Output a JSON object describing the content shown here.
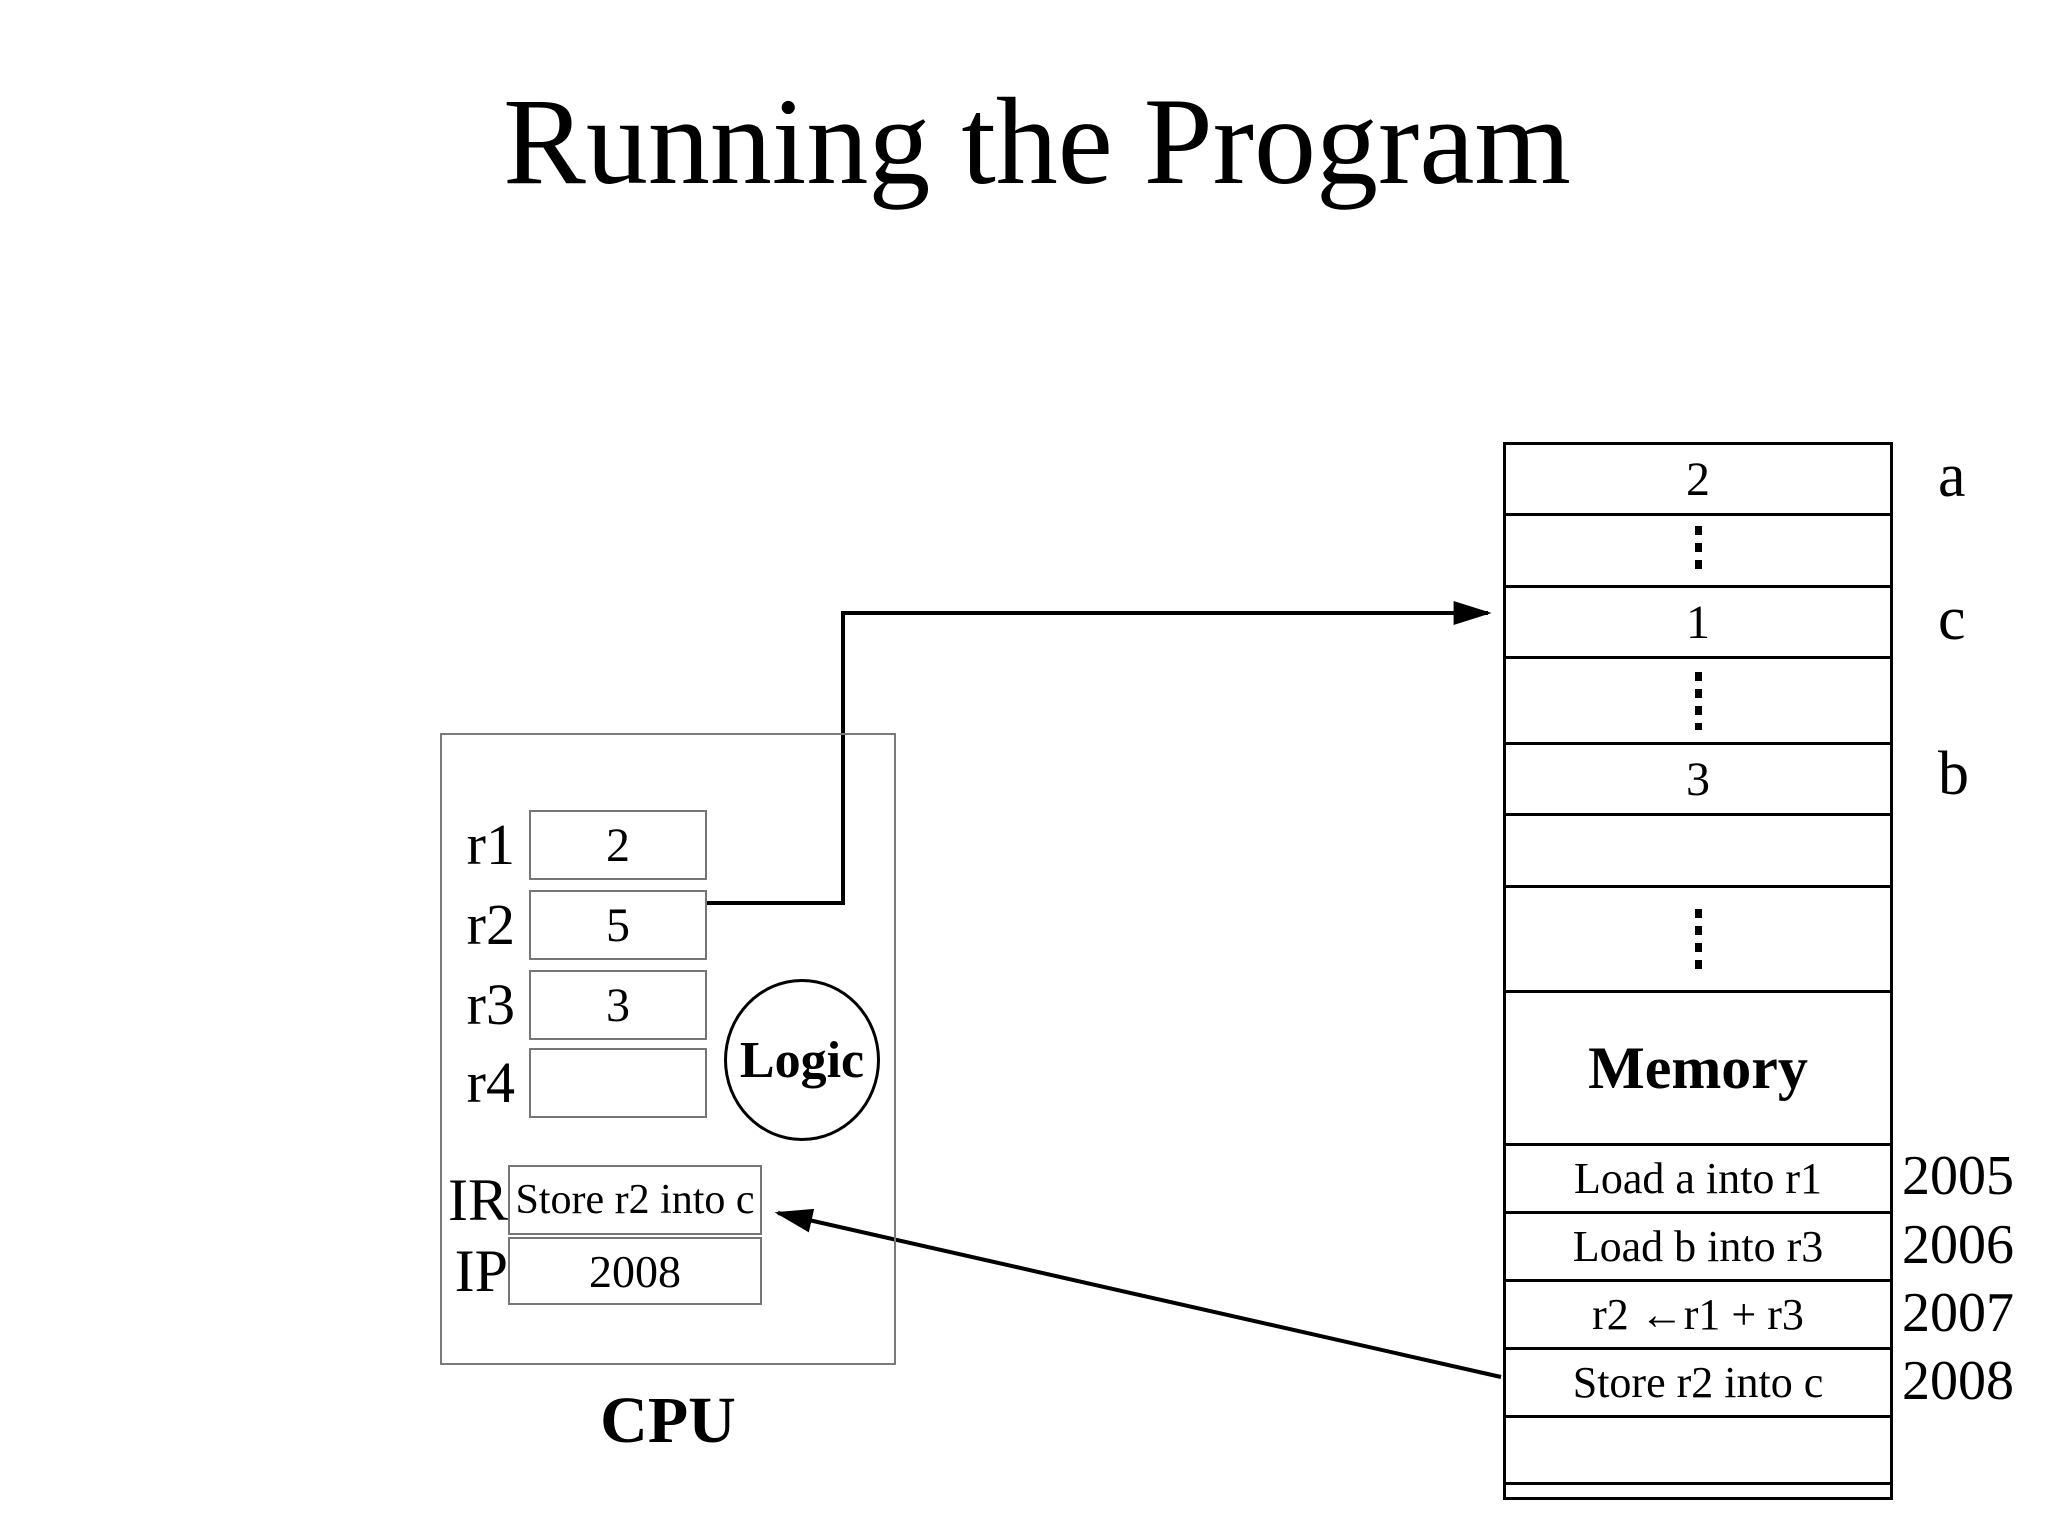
{
  "title": "Running the Program",
  "colors": {
    "ink": "#000000",
    "box_border_gray": "#7a7a7a",
    "background": "#ffffff"
  },
  "cpu": {
    "label": "CPU",
    "logic_label": "Logic",
    "registers": [
      {
        "name": "r1",
        "value": "2"
      },
      {
        "name": "r2",
        "value": "5"
      },
      {
        "name": "r3",
        "value": "3"
      },
      {
        "name": "r4",
        "value": ""
      }
    ],
    "special_registers": [
      {
        "name": "IR",
        "value": "Store r2 into c"
      },
      {
        "name": "IP",
        "value": "2008"
      }
    ]
  },
  "memory": {
    "label_cell": "Memory",
    "cells": [
      {
        "value": "2",
        "tag": "a"
      },
      {
        "dots": true
      },
      {
        "value": "1",
        "tag": "c"
      },
      {
        "dots": true
      },
      {
        "value": "3",
        "tag": "b"
      },
      {
        "value": ""
      },
      {
        "dots": true
      },
      {
        "label": "Memory"
      },
      {
        "value": "Load a into r1",
        "address": "2005"
      },
      {
        "value": "Load b into r3",
        "address": "2006"
      },
      {
        "value": "r2 ←r1 + r3",
        "address": "2007"
      },
      {
        "value": "Store r2 into c",
        "address": "2008"
      },
      {
        "value": ""
      },
      {
        "value": ""
      }
    ]
  },
  "connections": [
    {
      "from": "register-r2",
      "to": "memory-cell-c"
    },
    {
      "from": "memory-cell-2008",
      "to": "instruction-register"
    }
  ]
}
